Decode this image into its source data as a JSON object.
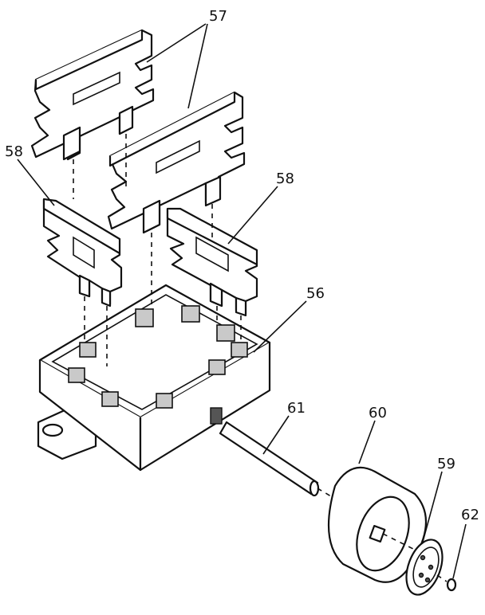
{
  "labels": {
    "p56": "56",
    "p57": "57",
    "p58_left": "58",
    "p58_right": "58",
    "p59": "59",
    "p60": "60",
    "p61": "61",
    "p62": "62"
  }
}
